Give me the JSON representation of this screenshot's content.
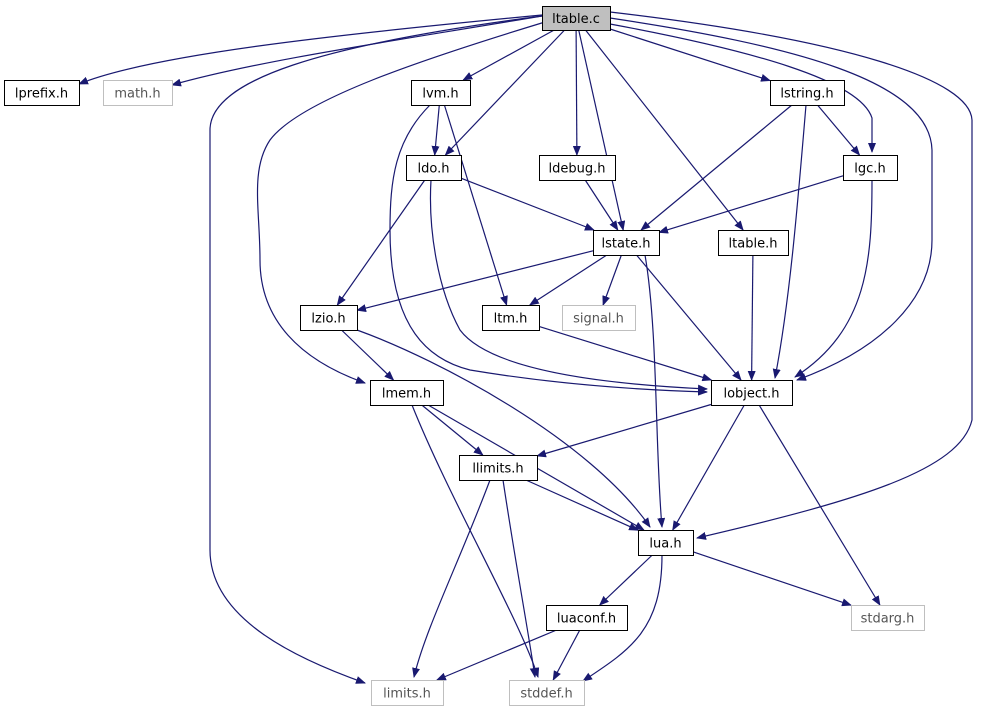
{
  "colors": {
    "edge": "#191970",
    "box_border": "#000000",
    "ext_border": "#bfbfbf",
    "root_fill": "#bfbfbf",
    "fill": "#ffffff"
  },
  "nodes": [
    {
      "id": "ltable_c",
      "label": "ltable.c",
      "kind": "root"
    },
    {
      "id": "lprefix_h",
      "label": "lprefix.h",
      "kind": "local"
    },
    {
      "id": "math_h",
      "label": "math.h",
      "kind": "system"
    },
    {
      "id": "lvm_h",
      "label": "lvm.h",
      "kind": "local"
    },
    {
      "id": "lstring_h",
      "label": "lstring.h",
      "kind": "local"
    },
    {
      "id": "ldo_h",
      "label": "ldo.h",
      "kind": "local"
    },
    {
      "id": "ldebug_h",
      "label": "ldebug.h",
      "kind": "local"
    },
    {
      "id": "lgc_h",
      "label": "lgc.h",
      "kind": "local"
    },
    {
      "id": "lstate_h",
      "label": "lstate.h",
      "kind": "local"
    },
    {
      "id": "ltable_h",
      "label": "ltable.h",
      "kind": "local"
    },
    {
      "id": "lzio_h",
      "label": "lzio.h",
      "kind": "local"
    },
    {
      "id": "ltm_h",
      "label": "ltm.h",
      "kind": "local"
    },
    {
      "id": "signal_h",
      "label": "signal.h",
      "kind": "system"
    },
    {
      "id": "lmem_h",
      "label": "lmem.h",
      "kind": "local"
    },
    {
      "id": "lobject_h",
      "label": "lobject.h",
      "kind": "local"
    },
    {
      "id": "llimits_h",
      "label": "llimits.h",
      "kind": "local"
    },
    {
      "id": "lua_h",
      "label": "lua.h",
      "kind": "local"
    },
    {
      "id": "luaconf_h",
      "label": "luaconf.h",
      "kind": "local"
    },
    {
      "id": "stdarg_h",
      "label": "stdarg.h",
      "kind": "system"
    },
    {
      "id": "limits_h",
      "label": "limits.h",
      "kind": "system"
    },
    {
      "id": "stddef_h",
      "label": "stddef.h",
      "kind": "system"
    }
  ],
  "edges": [
    {
      "from": "ltable_c",
      "to": "lprefix_h"
    },
    {
      "from": "ltable_c",
      "to": "math_h"
    },
    {
      "from": "ltable_c",
      "to": "limits_h"
    },
    {
      "from": "ltable_c",
      "to": "lmem_h"
    },
    {
      "from": "ltable_c",
      "to": "lvm_h"
    },
    {
      "from": "ltable_c",
      "to": "ldo_h"
    },
    {
      "from": "ltable_c",
      "to": "ldebug_h"
    },
    {
      "from": "ltable_c",
      "to": "lstate_h"
    },
    {
      "from": "ltable_c",
      "to": "ltable_h"
    },
    {
      "from": "ltable_c",
      "to": "lstring_h"
    },
    {
      "from": "ltable_c",
      "to": "lgc_h"
    },
    {
      "from": "ltable_c",
      "to": "lobject_h"
    },
    {
      "from": "ltable_c",
      "to": "lua_h"
    },
    {
      "from": "lvm_h",
      "to": "ldo_h"
    },
    {
      "from": "lvm_h",
      "to": "ltm_h"
    },
    {
      "from": "lvm_h",
      "to": "lobject_h"
    },
    {
      "from": "ldo_h",
      "to": "lstate_h"
    },
    {
      "from": "ldo_h",
      "to": "lzio_h"
    },
    {
      "from": "ldo_h",
      "to": "lobject_h"
    },
    {
      "from": "ldebug_h",
      "to": "lstate_h"
    },
    {
      "from": "lstring_h",
      "to": "lstate_h"
    },
    {
      "from": "lstring_h",
      "to": "lgc_h"
    },
    {
      "from": "lstring_h",
      "to": "lobject_h"
    },
    {
      "from": "lgc_h",
      "to": "lstate_h"
    },
    {
      "from": "lgc_h",
      "to": "lobject_h"
    },
    {
      "from": "lstate_h",
      "to": "lzio_h"
    },
    {
      "from": "lstate_h",
      "to": "ltm_h"
    },
    {
      "from": "lstate_h",
      "to": "signal_h"
    },
    {
      "from": "lstate_h",
      "to": "lobject_h"
    },
    {
      "from": "lstate_h",
      "to": "lua_h"
    },
    {
      "from": "ltable_h",
      "to": "lobject_h"
    },
    {
      "from": "lzio_h",
      "to": "lmem_h"
    },
    {
      "from": "lzio_h",
      "to": "lua_h"
    },
    {
      "from": "ltm_h",
      "to": "lobject_h"
    },
    {
      "from": "lmem_h",
      "to": "llimits_h"
    },
    {
      "from": "lmem_h",
      "to": "lua_h"
    },
    {
      "from": "lmem_h",
      "to": "stddef_h"
    },
    {
      "from": "lobject_h",
      "to": "llimits_h"
    },
    {
      "from": "lobject_h",
      "to": "lua_h"
    },
    {
      "from": "lobject_h",
      "to": "stdarg_h"
    },
    {
      "from": "llimits_h",
      "to": "limits_h"
    },
    {
      "from": "llimits_h",
      "to": "stddef_h"
    },
    {
      "from": "llimits_h",
      "to": "lua_h"
    },
    {
      "from": "lua_h",
      "to": "luaconf_h"
    },
    {
      "from": "lua_h",
      "to": "stdarg_h"
    },
    {
      "from": "lua_h",
      "to": "stddef_h"
    },
    {
      "from": "luaconf_h",
      "to": "limits_h"
    },
    {
      "from": "luaconf_h",
      "to": "stddef_h"
    }
  ]
}
